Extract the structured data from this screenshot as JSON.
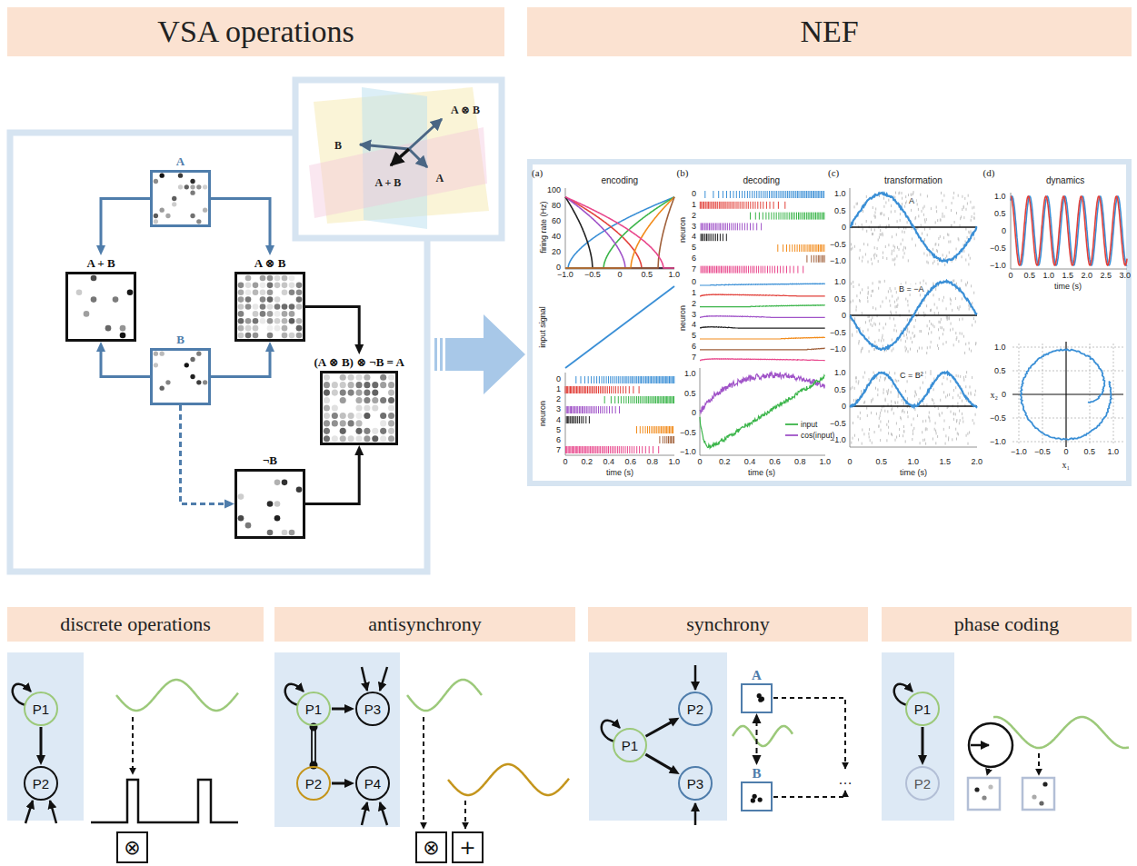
{
  "diagram": {
    "nodes": [
      {
        "text": [
          "VSA operations"
        ]
      },
      {
        "text": [
          "NEF"
        ]
      },
      {
        "text": [
          "A"
        ]
      },
      {
        "text": [
          "A + B"
        ]
      },
      {
        "text": [
          "A ⊗ B"
        ]
      },
      {
        "text": [
          "(A ⊗ B) ⊗ ¬B = A"
        ]
      },
      {
        "text": [
          "B"
        ]
      },
      {
        "text": [
          "¬B"
        ]
      },
      {
        "text": [
          "discrete operations"
        ]
      },
      {
        "text": [
          "P1"
        ]
      },
      {
        "text": [
          "P2"
        ]
      },
      {
        "text": [
          "⊗"
        ]
      },
      {
        "text": [
          "antisynchrony"
        ]
      },
      {
        "text": [
          "P1"
        ]
      },
      {
        "text": [
          "P3"
        ]
      },
      {
        "text": [
          "P2"
        ]
      },
      {
        "text": [
          "P4"
        ]
      },
      {
        "text": [
          "⊗"
        ]
      },
      {
        "text": [
          "+"
        ]
      },
      {
        "text": [
          "synchrony"
        ]
      },
      {
        "text": [
          "P1"
        ]
      },
      {
        "text": [
          "P2"
        ]
      },
      {
        "text": [
          "P3"
        ]
      },
      {
        "text": [
          "A"
        ]
      },
      {
        "text": [
          "B"
        ]
      },
      {
        "text": [
          "phase coding"
        ]
      },
      {
        "text": [
          "P1"
        ]
      },
      {
        "text": [
          "P2"
        ]
      }
    ],
    "edges": [
      {
        "from": 2,
        "to": 3,
        "arrow": "to"
      },
      {
        "from": 2,
        "to": 4,
        "arrow": "to"
      },
      {
        "from": 6,
        "to": 3,
        "arrow": "to"
      },
      {
        "from": 6,
        "to": 4,
        "arrow": "to"
      },
      {
        "from": 6,
        "to": 7,
        "arrow": "to"
      },
      {
        "from": 4,
        "to": 5,
        "arrow": "to"
      },
      {
        "from": 7,
        "to": 5,
        "arrow": "to"
      },
      {
        "from": 9,
        "to": 10,
        "arrow": "to"
      },
      {
        "from": 13,
        "to": 14,
        "arrow": "to"
      },
      {
        "from": 15,
        "to": 16,
        "arrow": "to"
      },
      {
        "from": 13,
        "to": 15,
        "arrow": "both"
      },
      {
        "from": 20,
        "to": 21,
        "arrow": "to"
      },
      {
        "from": 20,
        "to": 22,
        "arrow": "to"
      },
      {
        "from": 23,
        "to": 24,
        "arrow": "both"
      },
      {
        "from": 26,
        "to": 27,
        "arrow": "to"
      }
    ],
    "labels": [
      "B",
      "A ⊗ B",
      "A + B",
      "A",
      "(a)",
      "encoding",
      "firing rate (Hz)",
      "100",
      "80",
      "60",
      "40",
      "20",
      "0",
      "−1.0",
      "−0.5",
      "0",
      "0.5",
      "1.0",
      "input signal",
      "neuron",
      "0",
      "1",
      "2",
      "3",
      "4",
      "5",
      "6",
      "7",
      "0",
      "0.2",
      "0.4",
      "0.6",
      "0.8",
      "1.0",
      "time (s)",
      "(b)",
      "decoding",
      "neuron",
      "0",
      "1",
      "2",
      "3",
      "4",
      "5",
      "6",
      "7",
      "neuron",
      "0",
      "1",
      "2",
      "3",
      "4",
      "5",
      "6",
      "7",
      "1.0",
      "0.5",
      "0",
      "−0.5",
      "−1.0",
      "0",
      "0.2",
      "0.4",
      "0.6",
      "0.8",
      "1.0",
      "time (s)",
      "(c)",
      "transformation",
      "1.0",
      "0.5",
      "0",
      "−0.5",
      "−1.0",
      "A",
      "1.0",
      "0.5",
      "0",
      "−0.5",
      "−1.0",
      "B = −A",
      "1.0",
      "0.5",
      "0",
      "−0.5",
      "−1.0",
      "C = B²",
      "0",
      "0.5",
      "1.0",
      "1.5",
      "2.0",
      "time (s)",
      "(d)",
      "dynamics",
      "1.0",
      "0.5",
      "0",
      "−0.5",
      "−1.0",
      "0",
      "0.5",
      "1.0",
      "1.5",
      "2.0",
      "2.5",
      "3.0",
      "time (s)",
      "x₂",
      "1.0",
      "0.5",
      "0",
      "−0.5",
      "−1.0",
      "−1.0",
      "−0.5",
      "0",
      "0.5",
      "1.0",
      "x₁",
      "…"
    ],
    "legend": [
      {
        "text": "input"
      },
      {
        "text": "cos(input)"
      }
    ]
  }
}
